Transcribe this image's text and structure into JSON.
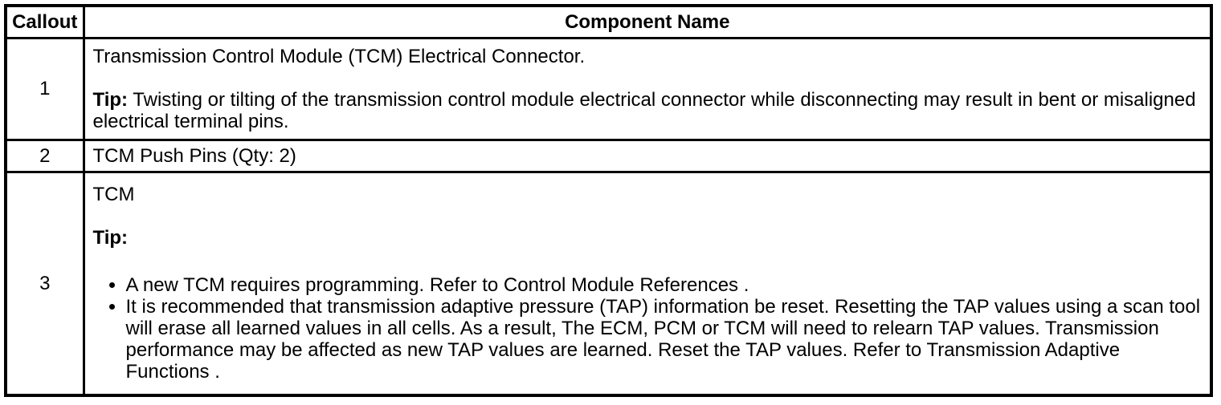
{
  "table": {
    "header": {
      "callout": "Callout",
      "component_name": "Component Name"
    },
    "rows": [
      {
        "num": "1",
        "name": "Transmission Control Module (TCM) Electrical Connector.",
        "tip_label": "Tip:",
        "tip_text": " Twisting or tilting of the transmission control module electrical connector while disconnecting may result in bent or misaligned electrical terminal pins."
      },
      {
        "num": "2",
        "name": "TCM Push Pins (Qty: 2)"
      },
      {
        "num": "3",
        "name": "TCM",
        "tip_label": "Tip:",
        "bullets": [
          "A new TCM requires programming. Refer to Control Module References .",
          "It is recommended that transmission adaptive pressure (TAP) information be reset. Resetting the TAP values using a scan tool will erase all learned values in all cells. As a result, The ECM, PCM or TCM will need to relearn TAP values. Transmission performance may be affected as new TAP values are learned. Reset the TAP values. Refer to Transmission Adaptive Functions ."
        ]
      }
    ]
  },
  "colors": {
    "border": "#000000",
    "text": "#000000",
    "background": "#ffffff"
  }
}
